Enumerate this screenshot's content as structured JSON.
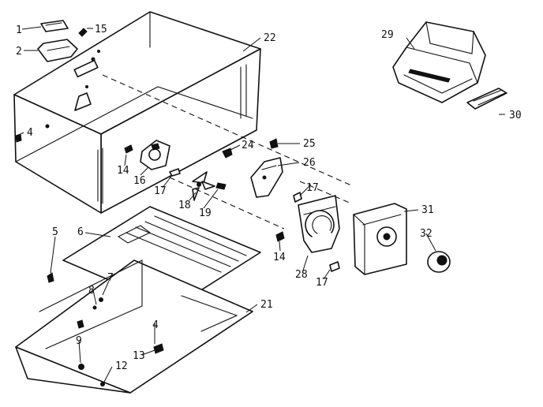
{
  "labels": {
    "l1": "1",
    "l15": "15",
    "l2": "2",
    "l22": "22",
    "l29": "29",
    "l30": "30",
    "l4a": "4",
    "l14a": "14",
    "l16": "16",
    "l17a": "17",
    "l24": "24",
    "l25": "25",
    "l26": "26",
    "l17b": "17",
    "l18": "18",
    "l19": "19",
    "l31": "31",
    "l32": "32",
    "l5": "5",
    "l6": "6",
    "l14b": "14",
    "l28": "28",
    "l17c": "17",
    "l7": "7",
    "l8": "8",
    "l21": "21",
    "l4b": "4",
    "l9": "9",
    "l13": "13",
    "l12": "12"
  },
  "colors": {
    "ink": "#111111",
    "paper": "#ffffff"
  }
}
